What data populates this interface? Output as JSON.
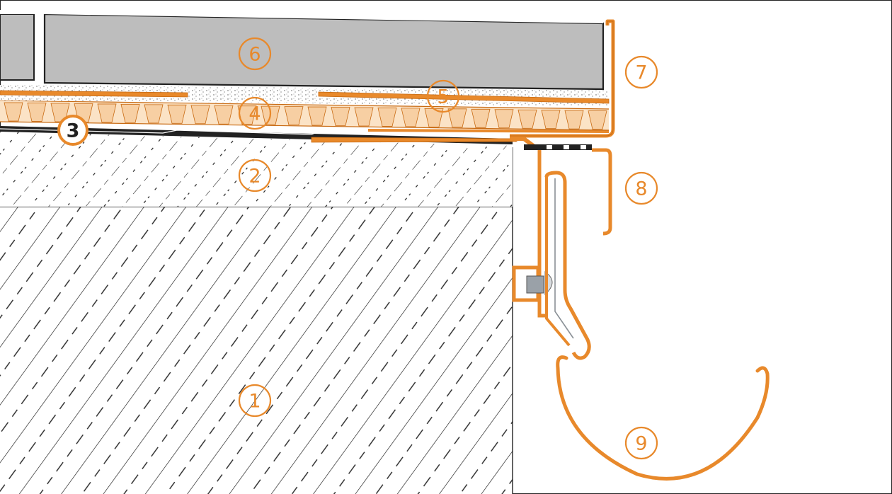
{
  "colors": {
    "accent": "#E8892B",
    "accent_dark": "#C86A12",
    "membrane_light": "#F7CFA3",
    "tile_gray": "#BDBDBD",
    "line": "#222222",
    "steel": "#AAB0B6",
    "background": "#FFFFFF"
  },
  "labels": [
    {
      "id": "1",
      "text": "1"
    },
    {
      "id": "2",
      "text": "2"
    },
    {
      "id": "3",
      "text": "3"
    },
    {
      "id": "4",
      "text": "4"
    },
    {
      "id": "5",
      "text": "5"
    },
    {
      "id": "6",
      "text": "6"
    },
    {
      "id": "7",
      "text": "7"
    },
    {
      "id": "8",
      "text": "8"
    },
    {
      "id": "9",
      "text": "9"
    }
  ]
}
